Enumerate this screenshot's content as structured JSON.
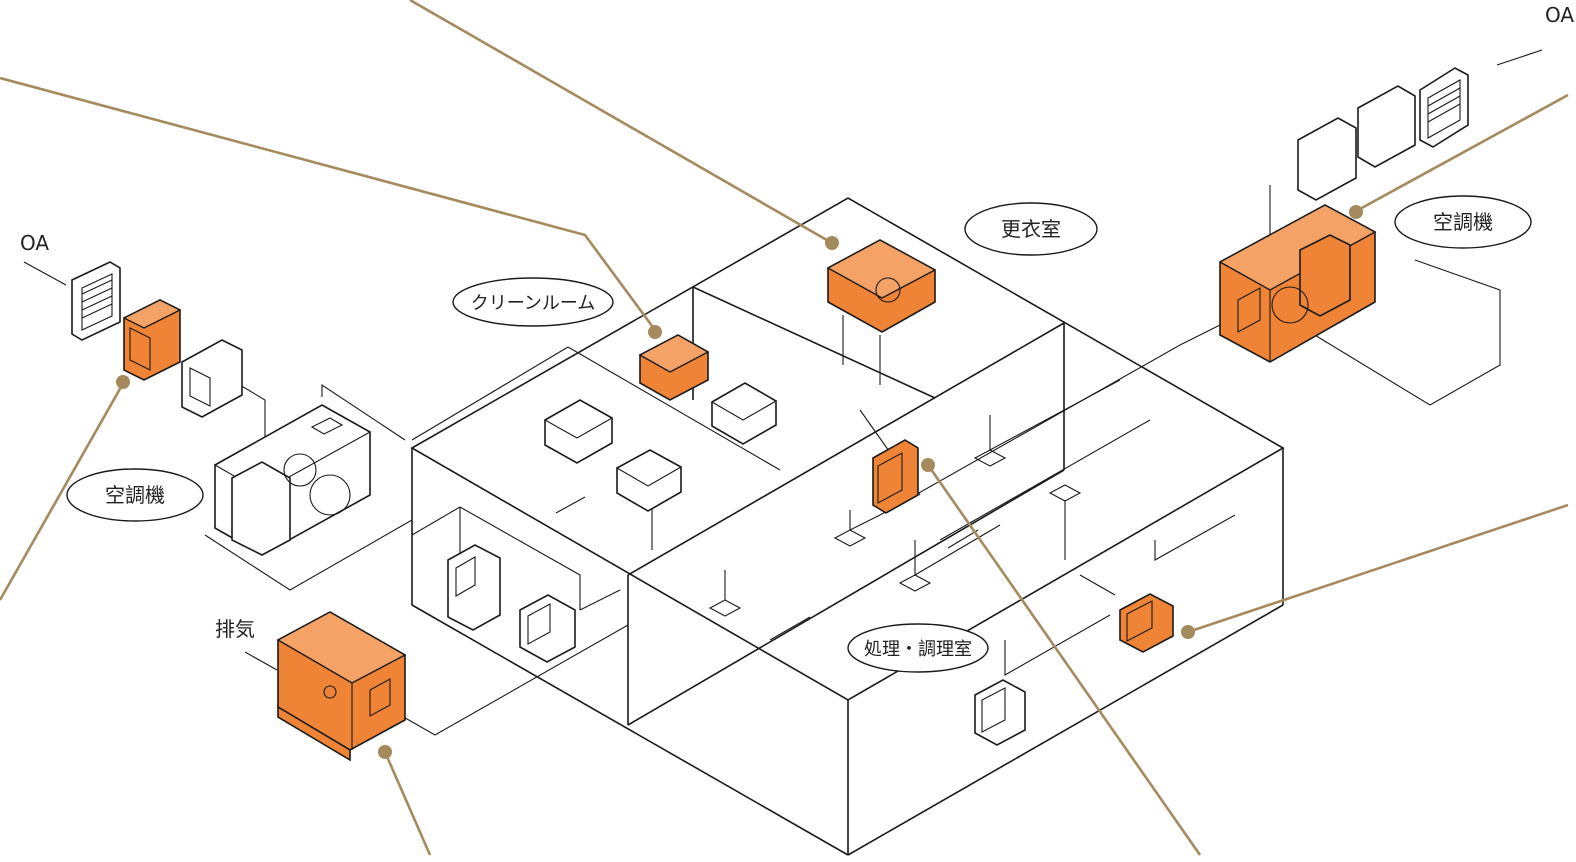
{
  "labels": {
    "oa_left": "OA",
    "oa_right": "OA",
    "ahu_left": "空調機",
    "ahu_right": "空調機",
    "cleanroom": "クリーンルーム",
    "locker_room": "更衣室",
    "processing_kitchen": "処理・調理室",
    "exhaust": "排気"
  },
  "colors": {
    "highlight": "#f08436",
    "leader": "#a58a5e",
    "line": "#1a1a1a"
  }
}
